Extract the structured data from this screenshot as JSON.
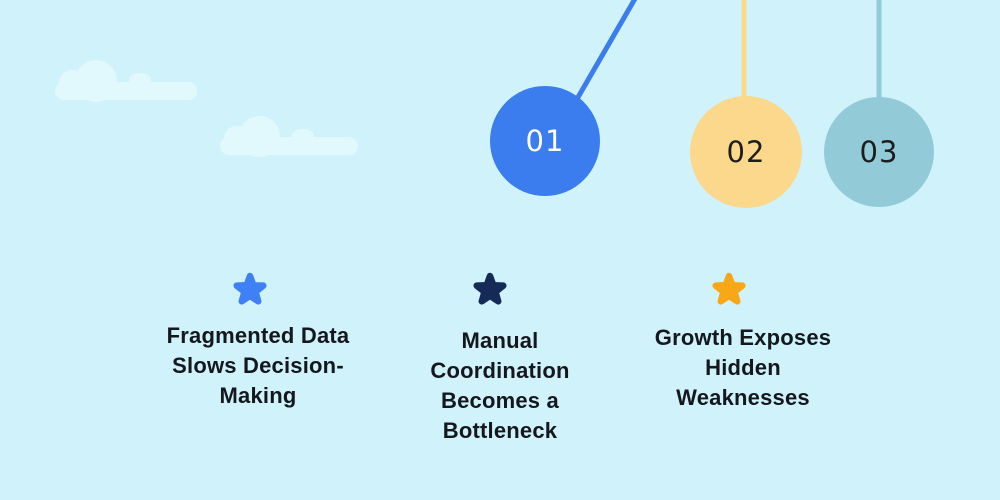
{
  "scene": {
    "background_color": "#d0f3fb",
    "cloud_color": "#e1f8fd",
    "text_color": "#15171e"
  },
  "pendulums": [
    {
      "number": "01",
      "color": "#3b7cee",
      "number_color": "#ffffff"
    },
    {
      "number": "02",
      "color": "#fbd88b",
      "number_color": "#1d1d1d"
    },
    {
      "number": "03",
      "color": "#92cbd7",
      "number_color": "#1d1d1d"
    }
  ],
  "features": [
    {
      "star_icon": "star",
      "star_color": "#3f80f6",
      "text": "Fragmented Data Slows Decision-Making",
      "lines": [
        "Fragmented Data",
        "Slows Decision-",
        "Making"
      ]
    },
    {
      "star_icon": "star",
      "star_color": "#162a58",
      "text": "Manual Coordination Becomes a Bottleneck",
      "lines": [
        "Manual",
        "Coordination",
        "Becomes a",
        "Bottleneck"
      ]
    },
    {
      "star_icon": "star",
      "star_color": "#f9a717",
      "text": "Growth Exposes Hidden Weaknesses",
      "lines": [
        "Growth Exposes",
        "Hidden",
        "Weaknesses"
      ]
    }
  ]
}
